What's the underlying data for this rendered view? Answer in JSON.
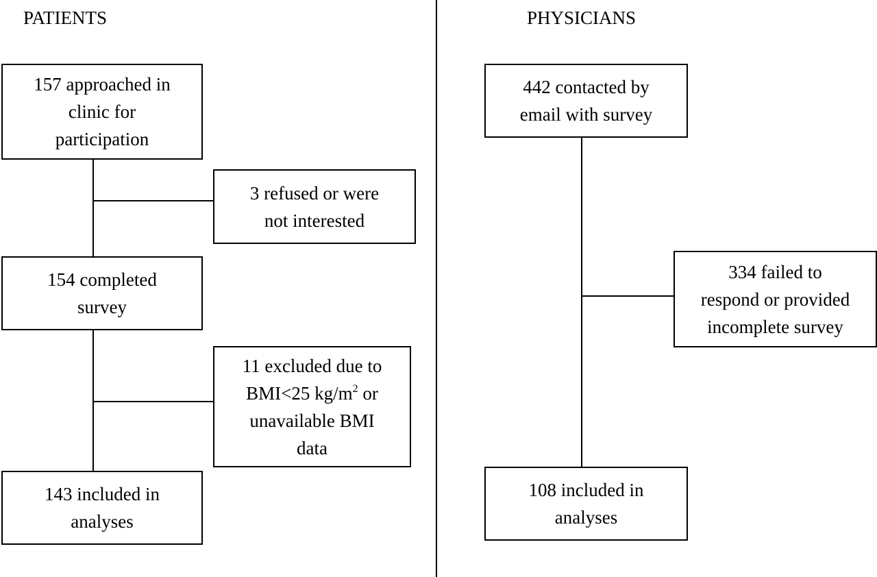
{
  "patients": {
    "heading": "PATIENTS",
    "approached": [
      "157 approached in",
      "clinic for",
      "participation"
    ],
    "refused": [
      "3 refused or were",
      "not interested"
    ],
    "completed": [
      "154 completed",
      "survey"
    ],
    "excluded": {
      "line1": "11 excluded due to",
      "line2_prefix": "BMI<25 kg/m",
      "line2_sup": "2",
      "line2_suffix": " or",
      "line3": "unavailable BMI",
      "line4": "data"
    },
    "included": [
      "143 included in",
      "analyses"
    ]
  },
  "physicians": {
    "heading": "PHYSICIANS",
    "contacted": [
      "442 contacted by",
      "email with survey"
    ],
    "failed": [
      "334 failed to",
      "respond or provided",
      "incomplete survey"
    ],
    "included": [
      "108 included in",
      "analyses"
    ]
  }
}
